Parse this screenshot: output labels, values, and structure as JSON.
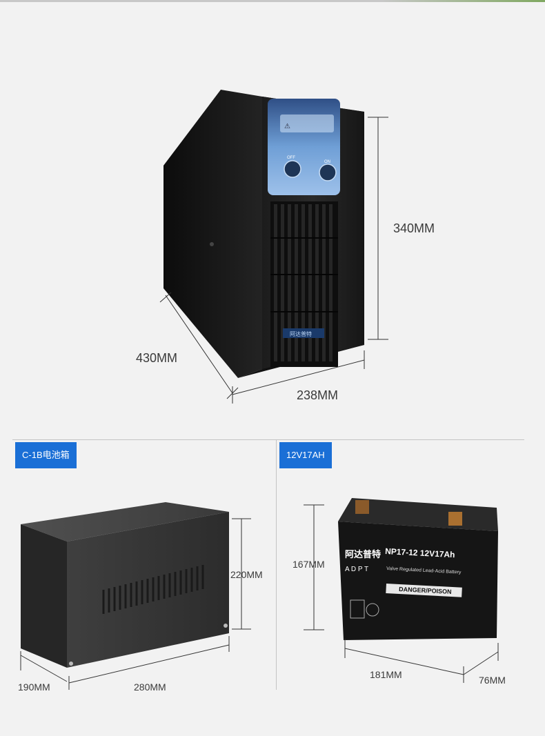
{
  "ups": {
    "height_label": "340MM",
    "depth_label": "430MM",
    "width_label": "238MM",
    "panel": {
      "off_label": "OFF",
      "on_label": "ON",
      "brand_label": "阿达普特"
    }
  },
  "battery_box": {
    "tag": "C-1B电池箱",
    "height_label": "220MM",
    "width_label": "280MM",
    "depth_label": "190MM"
  },
  "battery": {
    "tag": "12V17AH",
    "height_label": "167MM",
    "width_label": "181MM",
    "depth_label": "76MM",
    "label": {
      "brand_cn": "阿达普特",
      "brand_en": "A D P T",
      "model": "NP17-12  12V17Ah",
      "type": "Valve Regulated Lead-Acid Battery",
      "warning": "DANGER/POISON"
    }
  },
  "colors": {
    "tag_bg": "#1a6fd6",
    "panel_blue": "#8fb8e8",
    "body_black": "#141414"
  }
}
